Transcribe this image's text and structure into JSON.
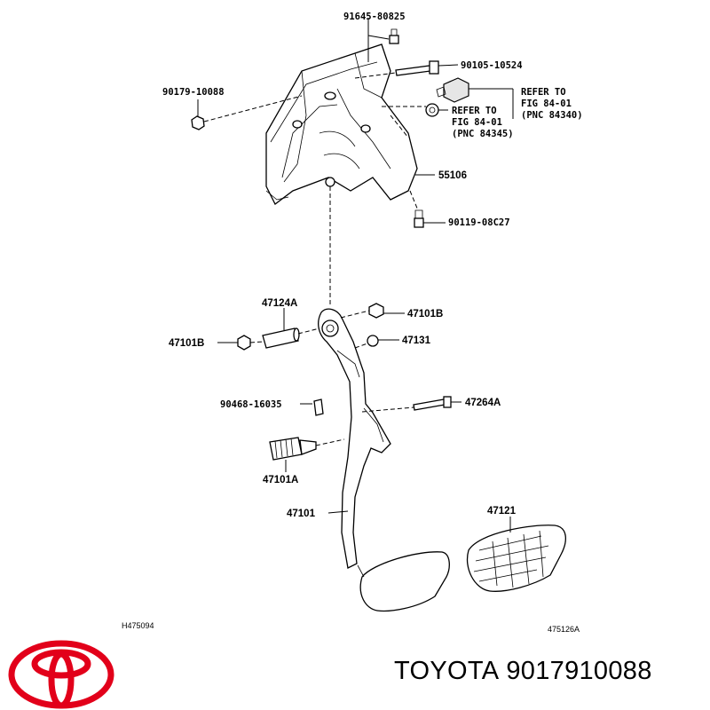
{
  "labels": {
    "l1": "91645-80825",
    "l2": "90105-10524",
    "l3": "90179-10088",
    "l4": "55106",
    "l5": "90119-08C27",
    "l6": "47124A",
    "l7": "47101B",
    "l8": "47101B",
    "l9": "47131",
    "l10": "90468-16035",
    "l11": "47264A",
    "l12": "47101A",
    "l13": "47101",
    "l14": "47121"
  },
  "refs": {
    "r1": [
      "REFER TO",
      "FIG 84-01",
      "(PNC 84340)"
    ],
    "r2": [
      "REFER TO",
      "FIG 84-01",
      "(PNC 84345)"
    ]
  },
  "codes": {
    "left": "H475094",
    "right": "475126A"
  },
  "brand": {
    "name": "TOYOTA",
    "part_number": "9017910088",
    "logo_color": "#e2001a"
  }
}
